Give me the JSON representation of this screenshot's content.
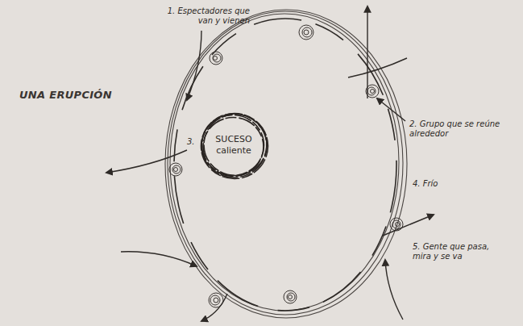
{
  "diagram": {
    "title": "UNA ERUPCIÓN",
    "nodes": [
      {
        "text": [
          "SUCESO caliente"
        ]
      }
    ],
    "labels": [
      "1. Espectadores que van y vienen",
      "2. Grupo que se reúne alrededor",
      "3.",
      "4. Frío",
      "5. Gente que pasa, mira y se va"
    ]
  }
}
